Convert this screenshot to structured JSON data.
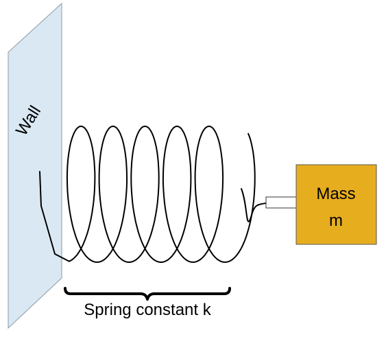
{
  "diagram": {
    "wall": {
      "label": "Wall",
      "fill": "#d9e8f2",
      "stroke": "#8a9aa6"
    },
    "mass": {
      "label_line1": "Mass",
      "label_line2": "m",
      "fill": "#e6ad1e",
      "stroke": "#555555"
    },
    "spring": {
      "label": "Spring constant k",
      "stroke": "#000000"
    }
  }
}
